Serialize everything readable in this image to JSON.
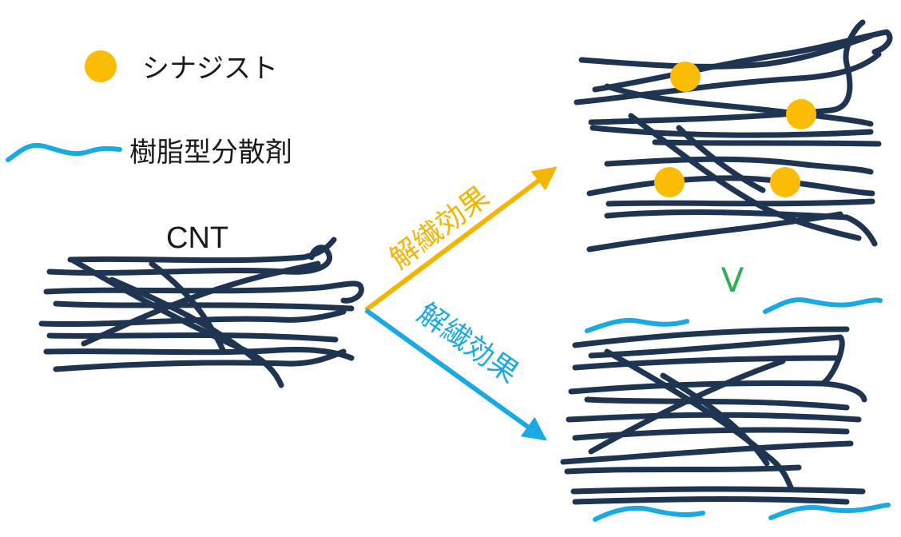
{
  "legend": {
    "synergist_label": "シナジスト",
    "dispersant_label": "樹脂型分散剤"
  },
  "cnt_label": "CNT",
  "arrows": {
    "upper_label": "解繊効果",
    "lower_label": "解繊効果"
  },
  "comparison_label": "V",
  "colors": {
    "fiber": "#1f3450",
    "synergist": "#fbbc05",
    "dispersant": "#1ba9e3",
    "arrow_upper": "#f5b400",
    "arrow_lower": "#1ba9e3",
    "comparison": "#2db050"
  }
}
